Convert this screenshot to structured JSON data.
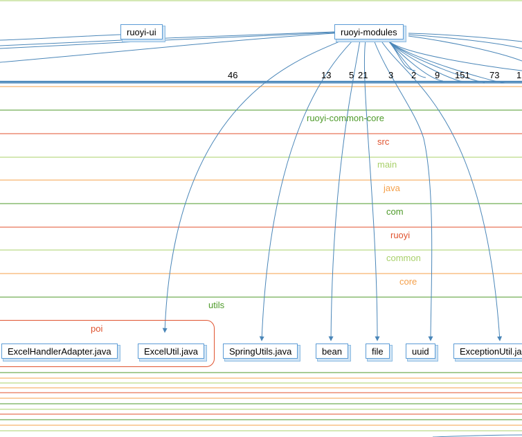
{
  "colors": {
    "edge": "#4a86b8",
    "orange": "#f5a04a",
    "green_dark": "#4e9a2a",
    "red": "#e0522e",
    "green_light": "#a8d06a"
  },
  "top_nodes": [
    {
      "label": "ruoyi-ui"
    },
    {
      "label": "ruoyi-modules"
    }
  ],
  "packages": [
    {
      "label": "ruoyi-common-core",
      "color": "#4e9a2a"
    },
    {
      "label": "src",
      "color": "#e0522e"
    },
    {
      "label": "main",
      "color": "#a8d06a"
    },
    {
      "label": "java",
      "color": "#f5a04a"
    },
    {
      "label": "com",
      "color": "#4e9a2a"
    },
    {
      "label": "ruoyi",
      "color": "#e0522e"
    },
    {
      "label": "common",
      "color": "#a8d06a"
    },
    {
      "label": "core",
      "color": "#f5a04a"
    },
    {
      "label": "utils",
      "color": "#4e9a2a"
    },
    {
      "label": "poi",
      "color": "#e0522e"
    }
  ],
  "dependency_counts": [
    "46",
    "13",
    "5",
    "21",
    "3",
    "2",
    "9",
    "151",
    "73",
    "1"
  ],
  "leaf_nodes": [
    {
      "label": "ExcelHandlerAdapter.java"
    },
    {
      "label": "ExcelUtil.java"
    },
    {
      "label": "SpringUtils.java"
    },
    {
      "label": "bean"
    },
    {
      "label": "file"
    },
    {
      "label": "uuid"
    },
    {
      "label": "ExceptionUtil.ja"
    }
  ]
}
